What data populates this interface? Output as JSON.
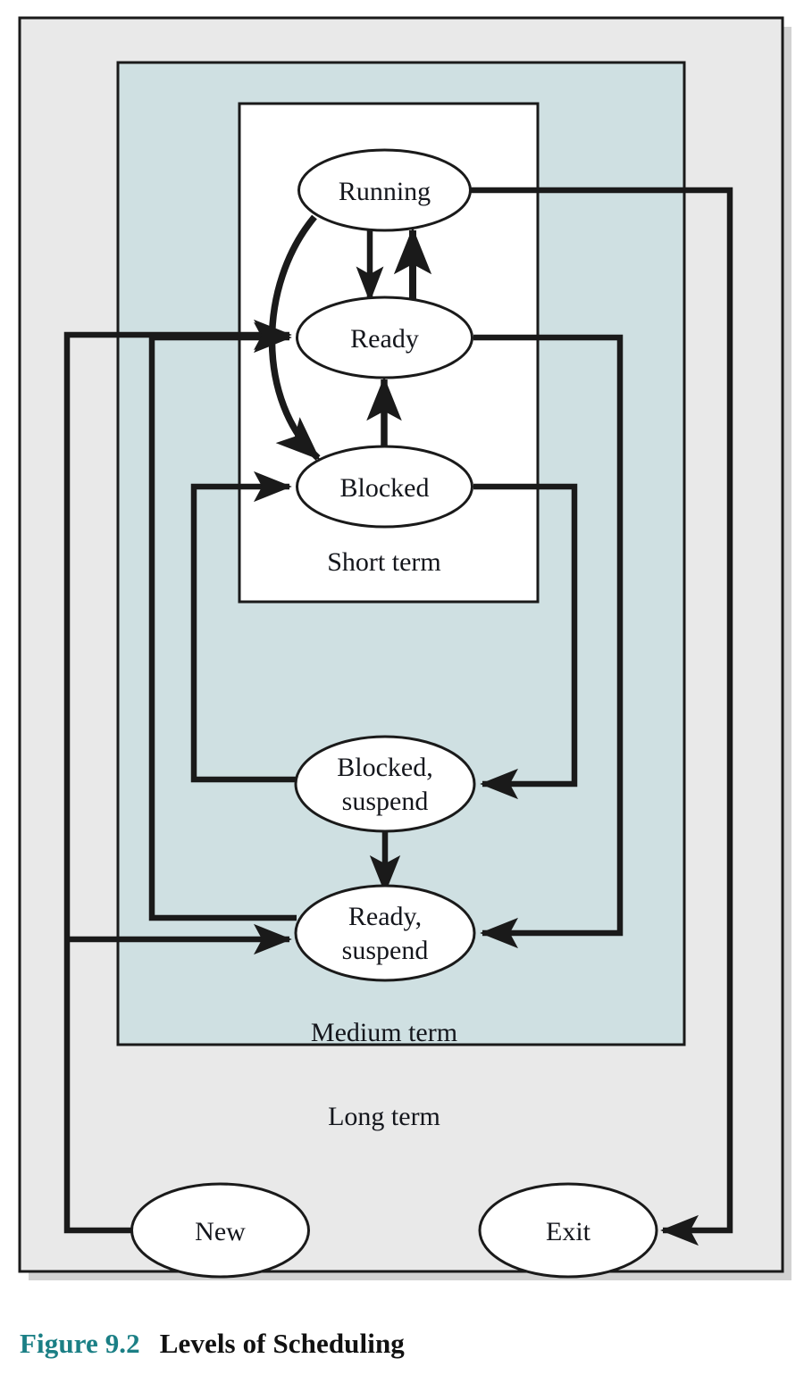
{
  "figure": {
    "number_label": "Figure 9.2",
    "title": "Levels of Scheduling",
    "kind": "state-transition-diagram"
  },
  "colors": {
    "outer_zone_fill": "#e9e9e9",
    "medium_zone_fill": "#cfe0e2",
    "short_zone_fill": "#ffffff",
    "stroke": "#1a1a1a",
    "shadow": "#d2d2d2",
    "caption_number": "#1b7f85",
    "caption_title": "#111111",
    "node_fill": "#ffffff"
  },
  "zones": [
    {
      "id": "long",
      "label": "Long term",
      "fill": "#e9e9e9"
    },
    {
      "id": "medium",
      "label": "Medium term",
      "fill": "#cfe0e2"
    },
    {
      "id": "short",
      "label": "Short term",
      "fill": "#ffffff"
    }
  ],
  "nodes": [
    {
      "id": "running",
      "label": "Running",
      "lines": [
        "Running"
      ],
      "zone": "short"
    },
    {
      "id": "ready",
      "label": "Ready",
      "lines": [
        "Ready"
      ],
      "zone": "short"
    },
    {
      "id": "blocked",
      "label": "Blocked",
      "lines": [
        "Blocked"
      ],
      "zone": "short"
    },
    {
      "id": "blocked-suspend",
      "label": "Blocked, suspend",
      "lines": [
        "Blocked,",
        "suspend"
      ],
      "zone": "medium"
    },
    {
      "id": "ready-suspend",
      "label": "Ready, suspend",
      "lines": [
        "Ready,",
        "suspend"
      ],
      "zone": "medium"
    },
    {
      "id": "new",
      "label": "New",
      "lines": [
        "New"
      ],
      "zone": "long"
    },
    {
      "id": "exit",
      "label": "Exit",
      "lines": [
        "Exit"
      ],
      "zone": "long"
    }
  ],
  "transitions": [
    {
      "from": "running",
      "to": "ready"
    },
    {
      "from": "ready",
      "to": "running"
    },
    {
      "from": "running",
      "to": "blocked"
    },
    {
      "from": "blocked",
      "to": "ready"
    },
    {
      "from": "running",
      "to": "exit"
    },
    {
      "from": "ready",
      "to": "ready-suspend"
    },
    {
      "from": "blocked",
      "to": "blocked-suspend"
    },
    {
      "from": "blocked-suspend",
      "to": "ready-suspend"
    },
    {
      "from": "blocked-suspend",
      "to": "blocked"
    },
    {
      "from": "ready-suspend",
      "to": "ready"
    },
    {
      "from": "new",
      "to": "ready"
    },
    {
      "from": "new",
      "to": "ready-suspend"
    }
  ]
}
